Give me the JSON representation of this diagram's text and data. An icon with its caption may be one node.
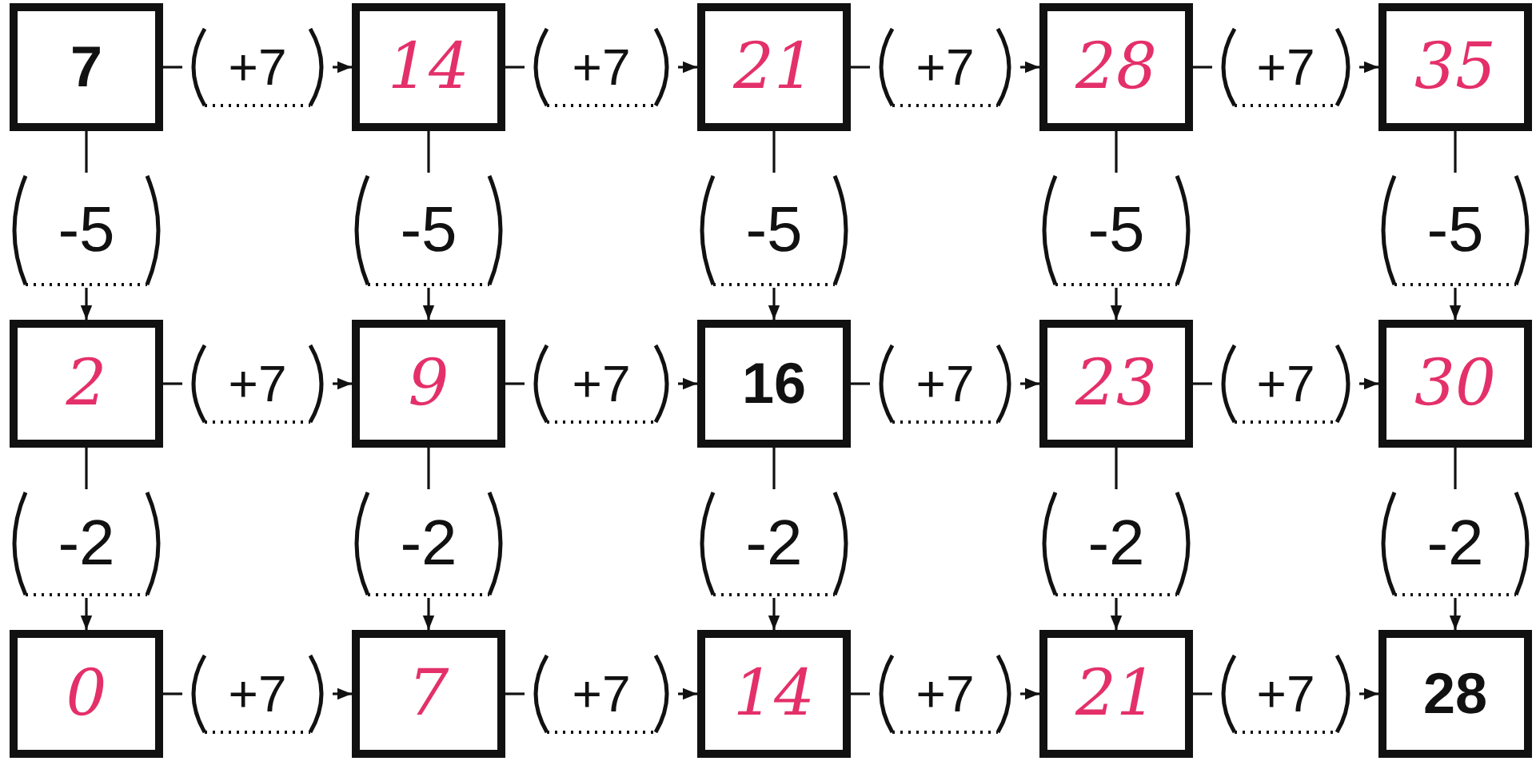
{
  "diagram": {
    "nodes": [
      {
        "text": [
          "7"
        ]
      },
      {
        "text": [
          "+7"
        ]
      },
      {
        "text": [
          "14"
        ]
      },
      {
        "text": [
          "+7"
        ]
      },
      {
        "text": [
          "21"
        ]
      },
      {
        "text": [
          "+7"
        ]
      },
      {
        "text": [
          "28"
        ]
      },
      {
        "text": [
          "+7"
        ]
      },
      {
        "text": [
          "35"
        ]
      },
      {
        "text": [
          "-5"
        ]
      },
      {
        "text": [
          "-5"
        ]
      },
      {
        "text": [
          "-5"
        ]
      },
      {
        "text": [
          "-5"
        ]
      },
      {
        "text": [
          "-5"
        ]
      },
      {
        "text": [
          "2"
        ]
      },
      {
        "text": [
          "+7"
        ]
      },
      {
        "text": [
          "9"
        ]
      },
      {
        "text": [
          "+7"
        ]
      },
      {
        "text": [
          "16"
        ]
      },
      {
        "text": [
          "+7"
        ]
      },
      {
        "text": [
          "23"
        ]
      },
      {
        "text": [
          "+7"
        ]
      },
      {
        "text": [
          "30"
        ]
      },
      {
        "text": [
          "-2"
        ]
      },
      {
        "text": [
          "-2"
        ]
      },
      {
        "text": [
          "-2"
        ]
      },
      {
        "text": [
          "-2"
        ]
      },
      {
        "text": [
          "-2"
        ]
      },
      {
        "text": [
          "0"
        ]
      },
      {
        "text": [
          "+7"
        ]
      },
      {
        "text": [
          "7"
        ]
      },
      {
        "text": [
          "+7"
        ]
      },
      {
        "text": [
          "14"
        ]
      },
      {
        "text": [
          "+7"
        ]
      },
      {
        "text": [
          "21"
        ]
      },
      {
        "text": [
          "+7"
        ]
      },
      {
        "text": [
          "28"
        ]
      }
    ],
    "edges": [
      {
        "from": 0,
        "to": 1,
        "arrow": "none"
      },
      {
        "from": 1,
        "to": 2,
        "arrow": "to"
      },
      {
        "from": 2,
        "to": 3,
        "arrow": "none"
      },
      {
        "from": 3,
        "to": 4,
        "arrow": "to"
      },
      {
        "from": 4,
        "to": 5,
        "arrow": "none"
      },
      {
        "from": 5,
        "to": 6,
        "arrow": "to"
      },
      {
        "from": 6,
        "to": 7,
        "arrow": "none"
      },
      {
        "from": 7,
        "to": 8,
        "arrow": "to"
      },
      {
        "from": 0,
        "to": 9,
        "arrow": "none"
      },
      {
        "from": 9,
        "to": 14,
        "arrow": "to"
      },
      {
        "from": 2,
        "to": 10,
        "arrow": "none"
      },
      {
        "from": 10,
        "to": 16,
        "arrow": "to"
      },
      {
        "from": 4,
        "to": 11,
        "arrow": "none"
      },
      {
        "from": 11,
        "to": 18,
        "arrow": "to"
      },
      {
        "from": 6,
        "to": 12,
        "arrow": "none"
      },
      {
        "from": 12,
        "to": 20,
        "arrow": "to"
      },
      {
        "from": 8,
        "to": 13,
        "arrow": "none"
      },
      {
        "from": 13,
        "to": 22,
        "arrow": "to"
      },
      {
        "from": 14,
        "to": 15,
        "arrow": "none"
      },
      {
        "from": 15,
        "to": 16,
        "arrow": "to"
      },
      {
        "from": 16,
        "to": 17,
        "arrow": "none"
      },
      {
        "from": 17,
        "to": 18,
        "arrow": "to"
      },
      {
        "from": 18,
        "to": 19,
        "arrow": "none"
      },
      {
        "from": 19,
        "to": 20,
        "arrow": "to"
      },
      {
        "from": 20,
        "to": 21,
        "arrow": "none"
      },
      {
        "from": 21,
        "to": 22,
        "arrow": "to"
      },
      {
        "from": 14,
        "to": 23,
        "arrow": "none"
      },
      {
        "from": 23,
        "to": 28,
        "arrow": "to"
      },
      {
        "from": 16,
        "to": 24,
        "arrow": "none"
      },
      {
        "from": 24,
        "to": 30,
        "arrow": "to"
      },
      {
        "from": 18,
        "to": 25,
        "arrow": "none"
      },
      {
        "from": 25,
        "to": 32,
        "arrow": "to"
      },
      {
        "from": 20,
        "to": 26,
        "arrow": "none"
      },
      {
        "from": 26,
        "to": 34,
        "arrow": "to"
      },
      {
        "from": 22,
        "to": 27,
        "arrow": "none"
      },
      {
        "from": 27,
        "to": 36,
        "arrow": "to"
      },
      {
        "from": 28,
        "to": 29,
        "arrow": "none"
      },
      {
        "from": 29,
        "to": 30,
        "arrow": "to"
      },
      {
        "from": 30,
        "to": 31,
        "arrow": "none"
      },
      {
        "from": 31,
        "to": 32,
        "arrow": "to"
      },
      {
        "from": 32,
        "to": 33,
        "arrow": "none"
      },
      {
        "from": 33,
        "to": 34,
        "arrow": "to"
      },
      {
        "from": 34,
        "to": 35,
        "arrow": "none"
      },
      {
        "from": 35,
        "to": 36,
        "arrow": "to"
      }
    ]
  }
}
